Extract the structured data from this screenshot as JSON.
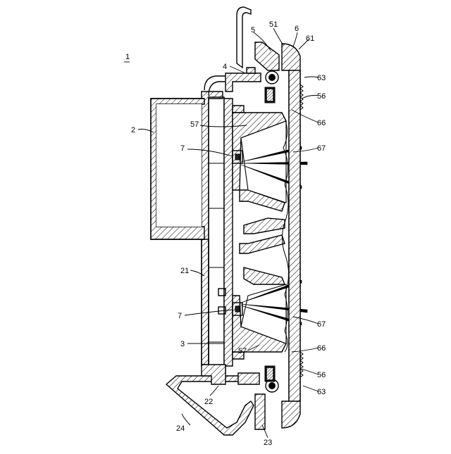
{
  "figure": {
    "number_label": "1",
    "ref_labels": [
      {
        "id": "ref-2",
        "text": "2"
      },
      {
        "id": "ref-21",
        "text": "21"
      },
      {
        "id": "ref-22",
        "text": "22"
      },
      {
        "id": "ref-23",
        "text": "23"
      },
      {
        "id": "ref-24",
        "text": "24"
      },
      {
        "id": "ref-3",
        "text": "3"
      },
      {
        "id": "ref-4",
        "text": "4"
      },
      {
        "id": "ref-5",
        "text": "5"
      },
      {
        "id": "ref-51",
        "text": "51"
      },
      {
        "id": "ref-6",
        "text": "6"
      },
      {
        "id": "ref-61",
        "text": "61"
      },
      {
        "id": "ref-63-top",
        "text": "63"
      },
      {
        "id": "ref-56-top",
        "text": "56"
      },
      {
        "id": "ref-66-top",
        "text": "66"
      },
      {
        "id": "ref-67-top",
        "text": "67"
      },
      {
        "id": "ref-57-top",
        "text": "57"
      },
      {
        "id": "ref-7-top",
        "text": "7"
      },
      {
        "id": "ref-7-bottom",
        "text": "7"
      },
      {
        "id": "ref-67-bottom",
        "text": "67"
      },
      {
        "id": "ref-57-bottom",
        "text": "57"
      },
      {
        "id": "ref-66-bottom",
        "text": "66"
      },
      {
        "id": "ref-56-bottom",
        "text": "56"
      },
      {
        "id": "ref-63-bottom",
        "text": "63"
      }
    ]
  }
}
